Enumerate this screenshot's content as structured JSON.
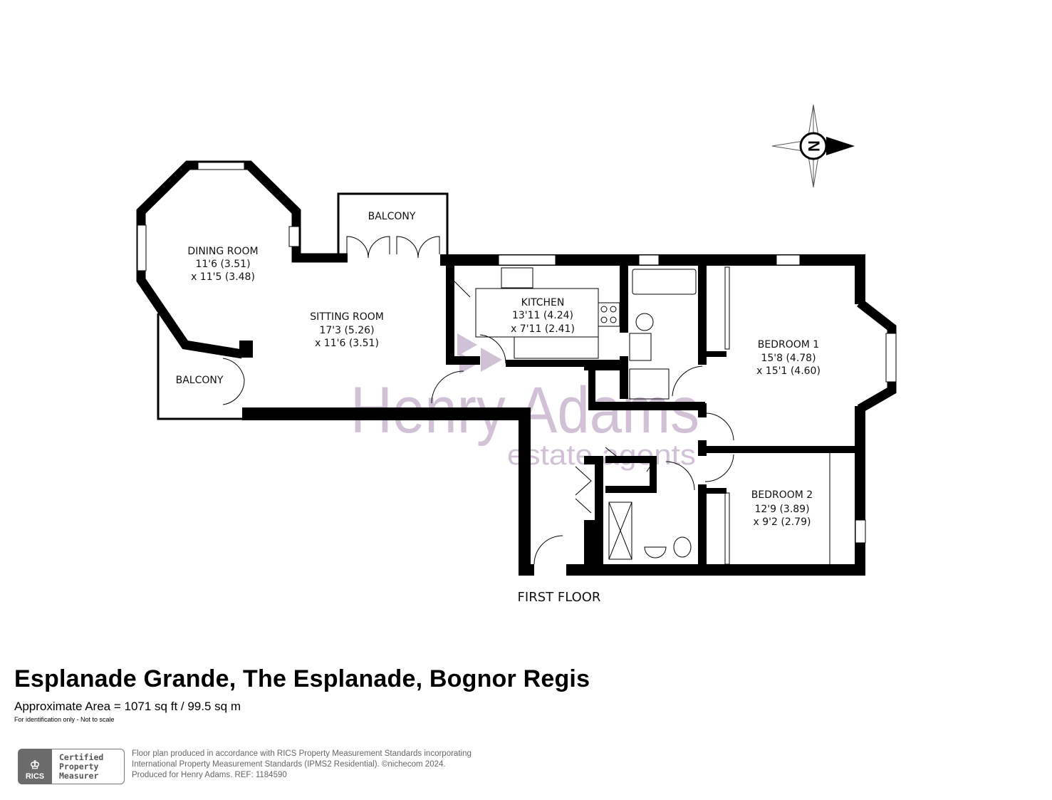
{
  "rooms": {
    "dining": {
      "name": "DINING ROOM",
      "dim1": "11'6 (3.51)",
      "dim2": "x 11'5 (3.48)"
    },
    "sitting": {
      "name": "SITTING ROOM",
      "dim1": "17'3 (5.26)",
      "dim2": "x 11'6 (3.51)"
    },
    "kitchen": {
      "name": "KITCHEN",
      "dim1": "13'11 (4.24)",
      "dim2": "x 7'11 (2.41)"
    },
    "bedroom1": {
      "name": "BEDROOM 1",
      "dim1": "15'8 (4.78)",
      "dim2": "x 15'1 (4.60)"
    },
    "bedroom2": {
      "name": "BEDROOM 2",
      "dim1": "12'9 (3.89)",
      "dim2": "x 9'2 (2.79)"
    },
    "balcony_top": {
      "name": "BALCONY"
    },
    "balcony_left": {
      "name": "BALCONY"
    }
  },
  "floor_label": "FIRST FLOOR",
  "compass": {
    "letter": "N"
  },
  "watermark": {
    "brand": "Henry Adams",
    "tagline": "estate agents"
  },
  "footer": {
    "title": "Esplanade Grande, The Esplanade, Bognor Regis",
    "area": "Approximate Area = 1071 sq ft / 99.5 sq m",
    "note": "For identification only - Not to scale",
    "rics_logo": "RICS",
    "cert_line1": "Certified",
    "cert_line2": "Property",
    "cert_line3": "Measurer",
    "legal_line1": "Floor plan produced in accordance with RICS Property Measurement Standards incorporating",
    "legal_line2": "International Property Measurement Standards (IPMS2 Residential).  ©nichecom 2024.",
    "legal_line3": "Produced for Henry Adams.   REF: 1184590"
  },
  "colors": {
    "wall": "#000000",
    "watermark": "#c9b6cf"
  }
}
